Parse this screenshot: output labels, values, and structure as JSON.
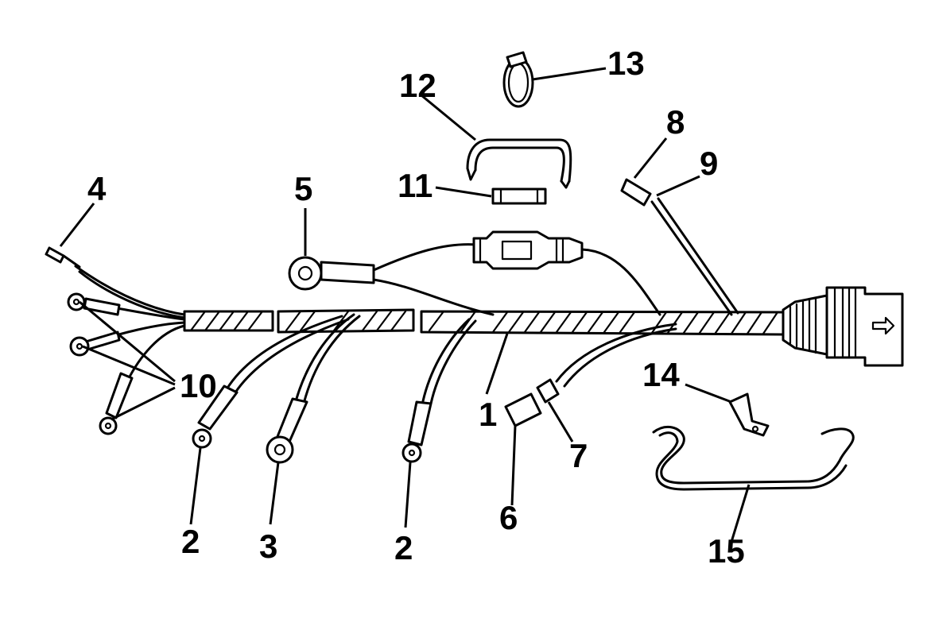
{
  "diagram": {
    "callouts": {
      "c1": "1",
      "c2a": "2",
      "c2b": "2",
      "c3": "3",
      "c4": "4",
      "c5": "5",
      "c6": "6",
      "c7": "7",
      "c8": "8",
      "c9": "9",
      "c10": "10",
      "c11": "11",
      "c12": "12",
      "c13": "13",
      "c14": "14",
      "c15": "15"
    },
    "connector_icon": "arrow-right-icon"
  }
}
